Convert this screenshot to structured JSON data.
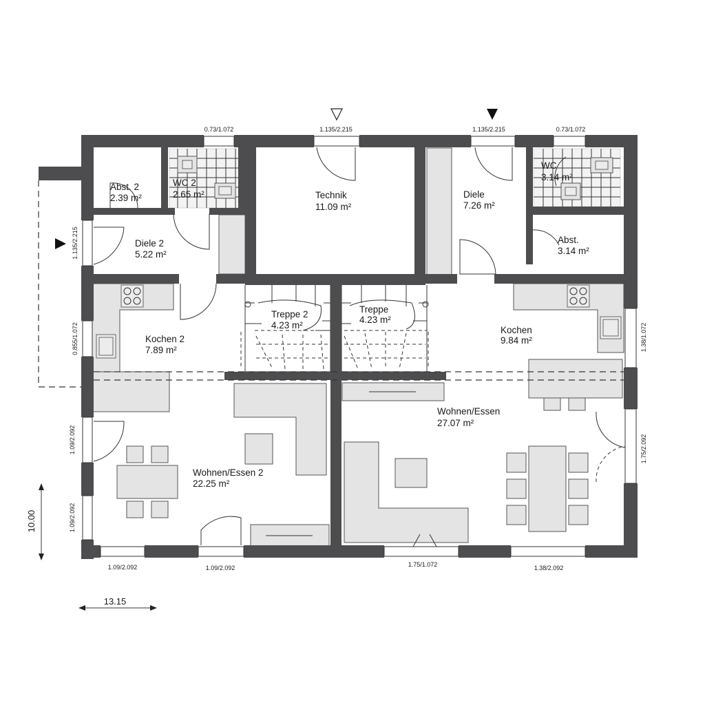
{
  "rooms": [
    {
      "name": "Abst. 2",
      "area": "2.39 m²"
    },
    {
      "name": "WC 2",
      "area": "2.65 m²"
    },
    {
      "name": "Technik",
      "area": "11.09 m²"
    },
    {
      "name": "Diele",
      "area": "7.26 m²"
    },
    {
      "name": "WC",
      "area": "3.14 m²"
    },
    {
      "name": "Diele 2",
      "area": "5.22 m²"
    },
    {
      "name": "Abst.",
      "area": "3.14 m²"
    },
    {
      "name": "Treppe 2",
      "area": "4.23 m²"
    },
    {
      "name": "Treppe",
      "area": "4.23 m²"
    },
    {
      "name": "Kochen 2",
      "area": "7.89 m²"
    },
    {
      "name": "Kochen",
      "area": "9.84 m²"
    },
    {
      "name": "Wohnen/Essen",
      "area": "27.07 m²"
    },
    {
      "name": "Wohnen/Essen 2",
      "area": "22.25 m²"
    }
  ],
  "openings": [
    "0.73/1.072",
    "1.135/2.215",
    "1.135/2.215",
    "0.73/1.072",
    "1.135/2.215",
    "0.855/1.072",
    "1.38/1.072",
    "1.09/2.092",
    "1.75/2.092",
    "1.09/2.092",
    "1.09/2.092",
    "1.09/2.092",
    "1.75/1.072",
    "1.38/2.092"
  ],
  "dimensions": {
    "height": "10.00",
    "width": "13.15"
  }
}
